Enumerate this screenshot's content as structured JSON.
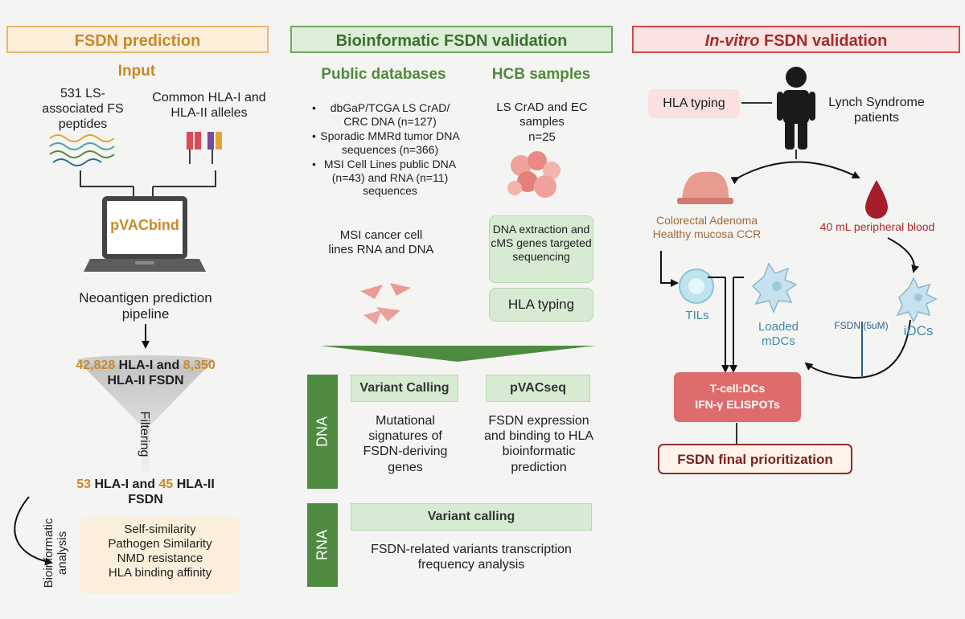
{
  "colors": {
    "fsdn_header": "#fbeedb",
    "fsdn_border": "#e8b86e",
    "bio_header": "#dcefd6",
    "bio_border": "#6ea565",
    "invitro_header": "#fbe3e3",
    "invitro_border": "#cc4b4b",
    "green_dark": "#4e8b41",
    "orange": "#c9892a",
    "red_box": "#de6c6c"
  },
  "left": {
    "header": "FSDN prediction",
    "input_label": "Input",
    "peptides_label": "531 LS-associated FS peptides",
    "alleles_label": "Common HLA-I and HLA-II alleles",
    "laptop_label": "pVACbind",
    "pipeline_label": "Neoantigen prediction pipeline",
    "count1_a": "42,828",
    "count1_b": "HLA-I and",
    "count1_c": "8,350",
    "count1_d": "HLA-II FSDN",
    "filtering_label": "Filtering",
    "count2_a": "53",
    "count2_b": "HLA-I and",
    "count2_c": "45",
    "count2_d": "HLA-II",
    "count2_e": "FSDN",
    "bioinfo_label": "Bioinformatic analysis",
    "analysis_items": [
      "Self-similarity",
      "Pathogen Similarity",
      "NMD resistance",
      "HLA binding affinity"
    ]
  },
  "middle": {
    "header": "Bioinformatic FSDN validation",
    "public_db_title": "Public databases",
    "hcb_title": "HCB samples",
    "db_items": [
      "dbGaP/TCGA LS CrAD/ CRC DNA (n=127)",
      "Sporadic MMRd tumor DNA sequences (n=366)",
      "MSI Cell Lines public DNA (n=43) and RNA (n=11) sequences"
    ],
    "msi_label": "MSI  cancer cell lines RNA and DNA",
    "hcb_samples_label": "LS CrAD and EC samples",
    "hcb_n": "n=25",
    "dna_extraction": "DNA extraction and cMS genes targeted sequencing",
    "hla_typing": "HLA typing",
    "dna_label": "DNA",
    "variant_calling_dna": "Variant Calling",
    "pvacseq": "pVACseq",
    "mutational": "Mutational signatures of FSDN-deriving genes",
    "fsdn_expression": "FSDN expression and binding to HLA bioinformatic prediction",
    "rna_label": "RNA",
    "variant_calling_rna": "Variant calling",
    "rna_text": "FSDN-related variants transcription frequency analysis"
  },
  "right": {
    "header_italic": "In-vitro",
    "header_rest": " FSDN validation",
    "hla_typing": "HLA typing",
    "lynch": "Lynch Syndrome patients",
    "tissue": "Colorectal Adenoma Healthy mucosa CCR",
    "blood": "40 mL peripheral blood",
    "tils": "TILs",
    "loaded": "Loaded mDCs",
    "idcs": "iDCs",
    "fsdn_conc": "FSDN (5uM)",
    "elispot_1": "T-cell:DCs",
    "elispot_2": "IFN-γ ELISPOTs",
    "final": "FSDN final prioritization"
  }
}
